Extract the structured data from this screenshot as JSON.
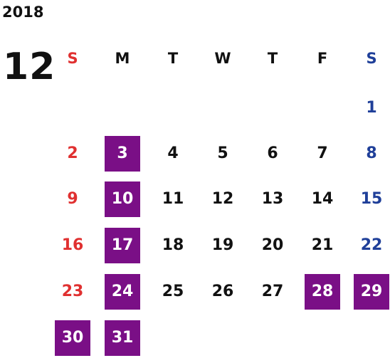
{
  "year": "2018",
  "month": "12",
  "weekdays": [
    "S",
    "M",
    "T",
    "W",
    "T",
    "F",
    "S"
  ],
  "colors": {
    "sunday": "#e03030",
    "saturday": "#1f3f99",
    "weekday": "#111111",
    "holiday_bg": "#7a0f86",
    "holiday_text": "#ffffff"
  },
  "days": [
    {
      "day": "1",
      "weekday": 6,
      "holiday": false
    },
    {
      "day": "2",
      "weekday": 0,
      "holiday": false
    },
    {
      "day": "3",
      "weekday": 1,
      "holiday": true
    },
    {
      "day": "4",
      "weekday": 2,
      "holiday": false
    },
    {
      "day": "5",
      "weekday": 3,
      "holiday": false
    },
    {
      "day": "6",
      "weekday": 4,
      "holiday": false
    },
    {
      "day": "7",
      "weekday": 5,
      "holiday": false
    },
    {
      "day": "8",
      "weekday": 6,
      "holiday": false
    },
    {
      "day": "9",
      "weekday": 0,
      "holiday": false
    },
    {
      "day": "10",
      "weekday": 1,
      "holiday": true
    },
    {
      "day": "11",
      "weekday": 2,
      "holiday": false
    },
    {
      "day": "12",
      "weekday": 3,
      "holiday": false
    },
    {
      "day": "13",
      "weekday": 4,
      "holiday": false
    },
    {
      "day": "14",
      "weekday": 5,
      "holiday": false
    },
    {
      "day": "15",
      "weekday": 6,
      "holiday": false
    },
    {
      "day": "16",
      "weekday": 0,
      "holiday": false
    },
    {
      "day": "17",
      "weekday": 1,
      "holiday": true
    },
    {
      "day": "18",
      "weekday": 2,
      "holiday": false
    },
    {
      "day": "19",
      "weekday": 3,
      "holiday": false
    },
    {
      "day": "20",
      "weekday": 4,
      "holiday": false
    },
    {
      "day": "21",
      "weekday": 5,
      "holiday": false
    },
    {
      "day": "22",
      "weekday": 6,
      "holiday": false
    },
    {
      "day": "23",
      "weekday": 0,
      "holiday": false
    },
    {
      "day": "24",
      "weekday": 1,
      "holiday": true
    },
    {
      "day": "25",
      "weekday": 2,
      "holiday": false
    },
    {
      "day": "26",
      "weekday": 3,
      "holiday": false
    },
    {
      "day": "27",
      "weekday": 4,
      "holiday": false
    },
    {
      "day": "28",
      "weekday": 5,
      "holiday": true
    },
    {
      "day": "29",
      "weekday": 6,
      "holiday": true
    },
    {
      "day": "30",
      "weekday": 0,
      "holiday": true
    },
    {
      "day": "31",
      "weekday": 1,
      "holiday": true
    }
  ]
}
